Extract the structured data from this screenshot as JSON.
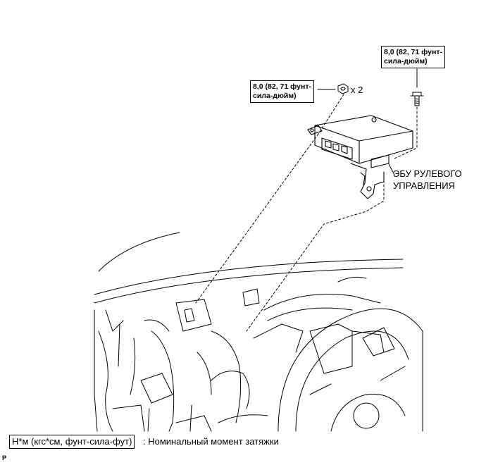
{
  "torque_right": {
    "line1": "8,0 (82, 71 фунт-",
    "line2": "сила-дюйм)"
  },
  "torque_left": {
    "line1": "8,0 (82, 71 фунт-",
    "line2": "сила-дюйм)"
  },
  "quantity_label": "x 2",
  "ecu_label": {
    "line1": "ЭБУ РУЛЕВОГО",
    "line2": "УПРАВЛЕНИЯ"
  },
  "legend": {
    "unit_box": "Н*м (кгс*см, фунт-сила-фут)",
    "description": ": Номинальный момент затяжки"
  },
  "corner_mark": "P"
}
